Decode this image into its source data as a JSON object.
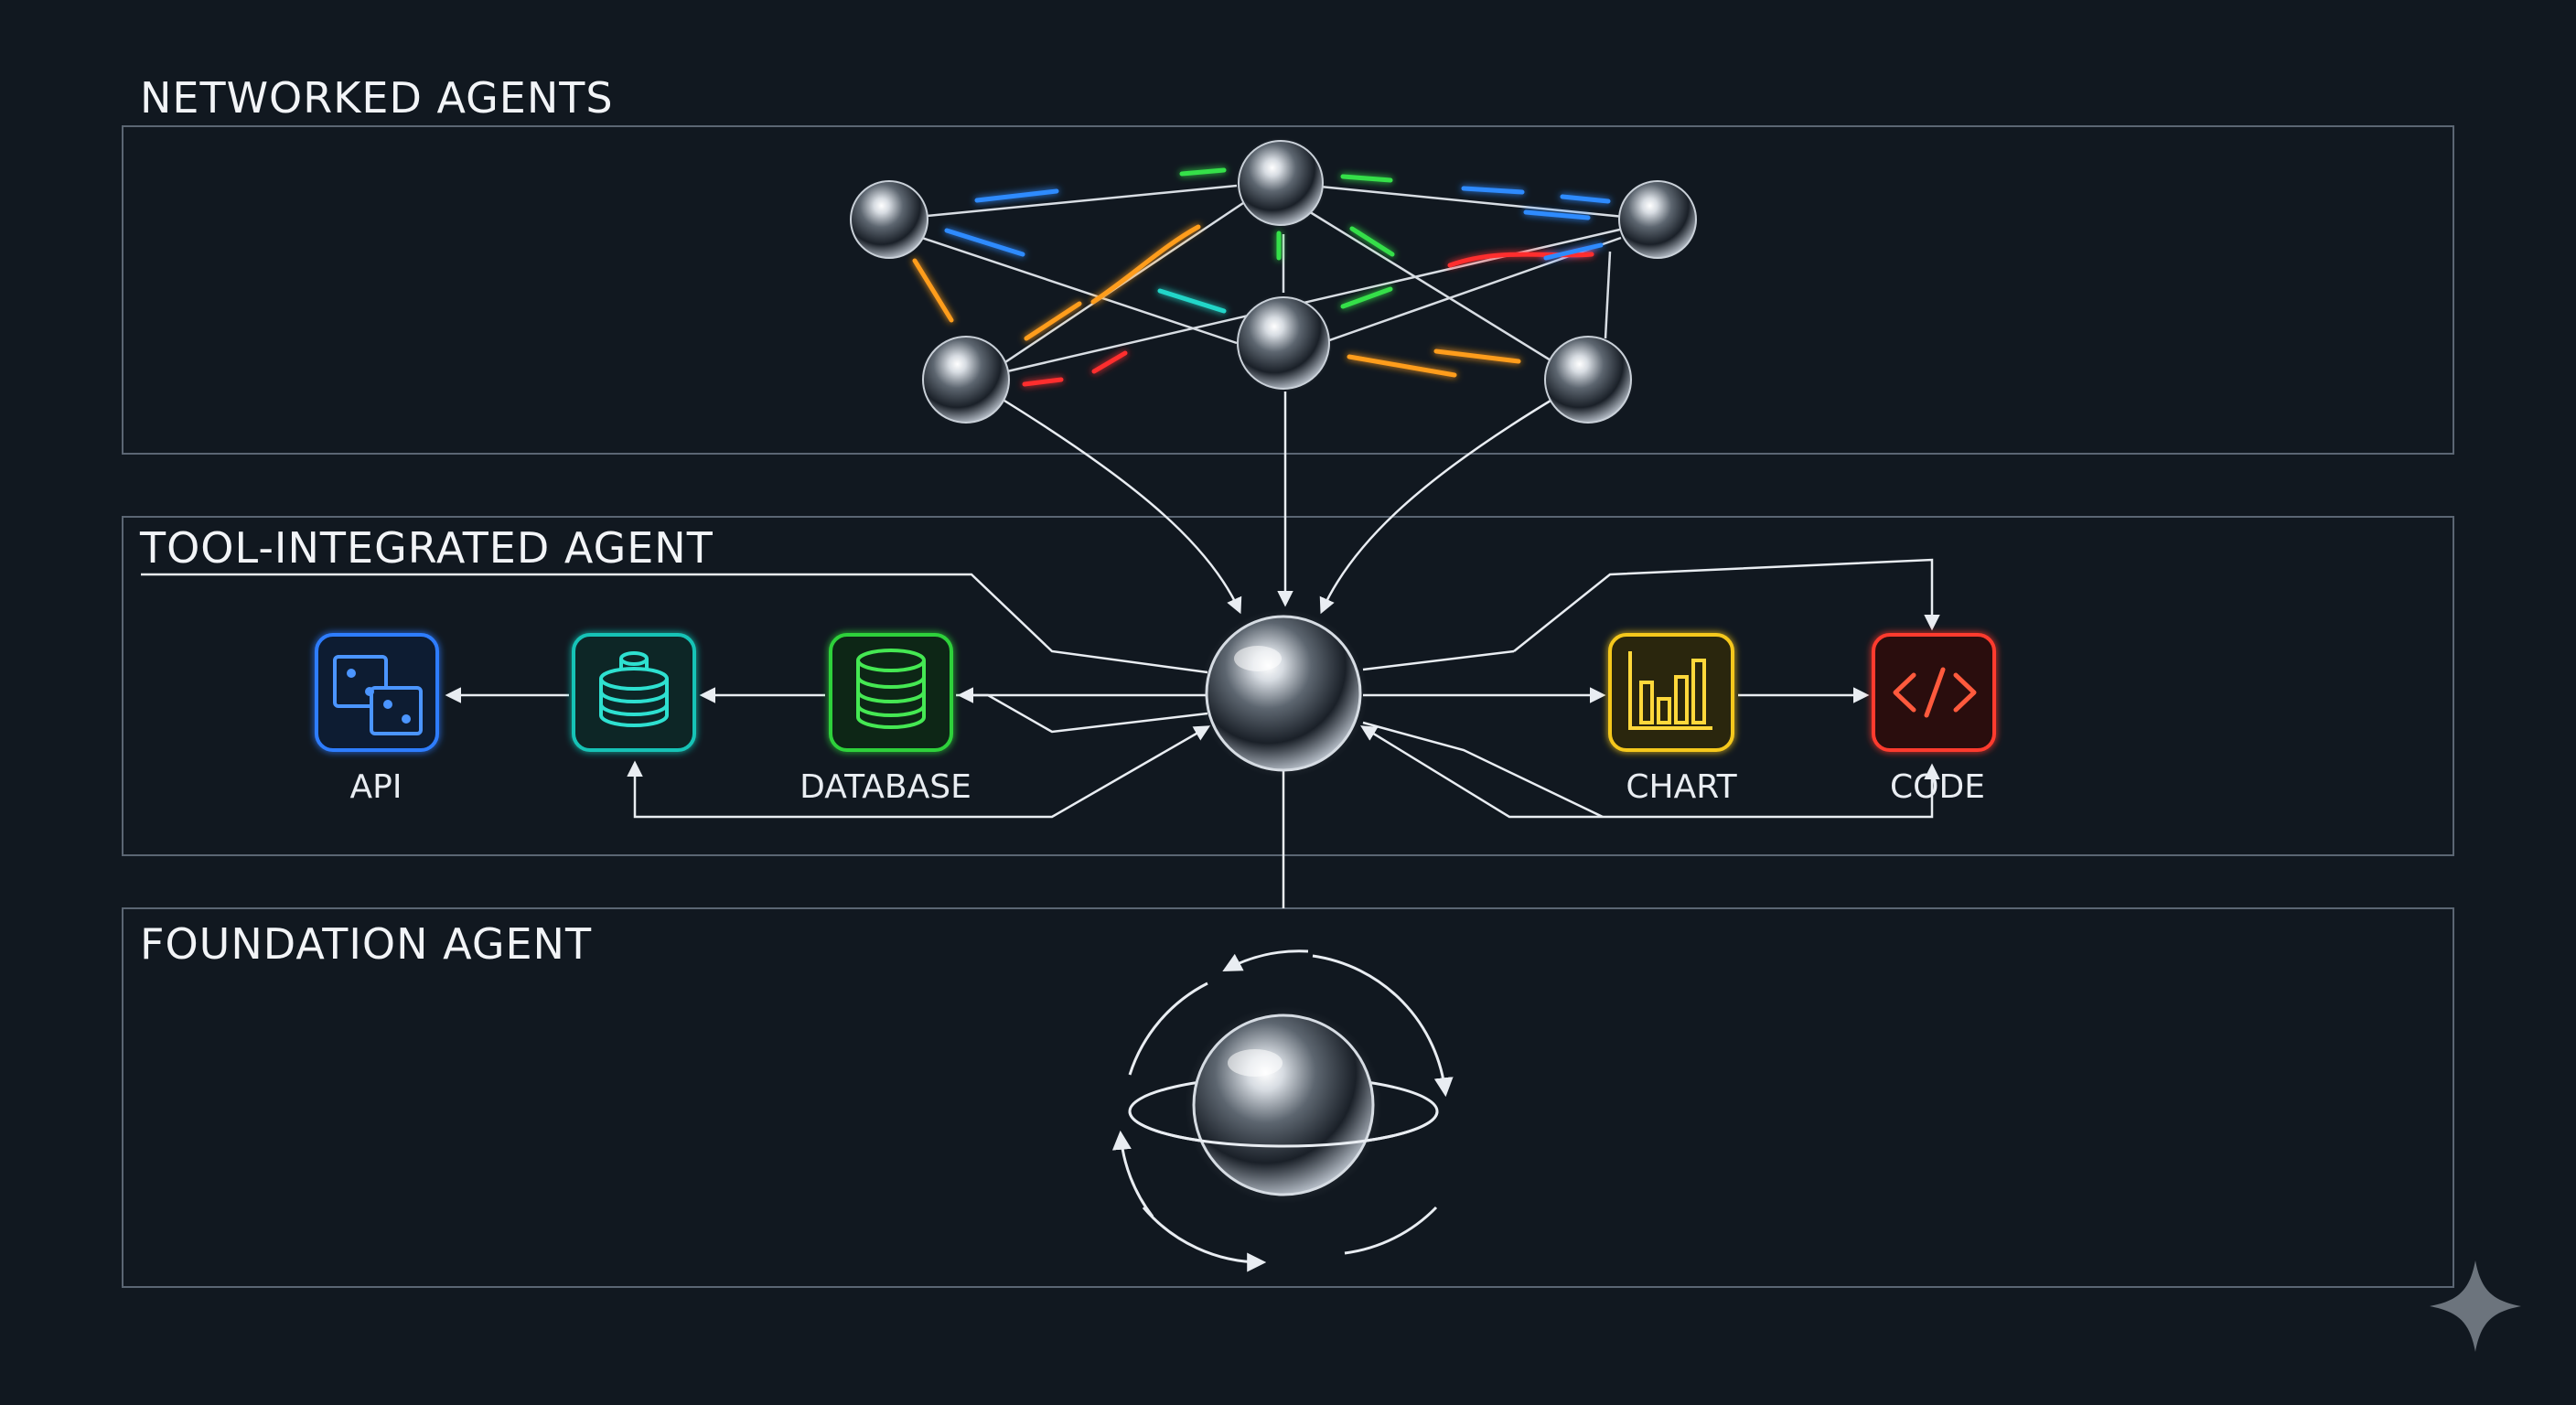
{
  "sections": {
    "networked": {
      "title": "NETWORKED AGENTS"
    },
    "tool": {
      "title": "TOOL-INTEGRATED AGENT"
    },
    "foundation": {
      "title": "FOUNDATION AGENT"
    }
  },
  "tools": {
    "api": {
      "label": "API",
      "icon": "api-icon",
      "color": "#2f7dff"
    },
    "cache": {
      "label": "",
      "icon": "cache-cylinder-icon",
      "color": "#19c3b6"
    },
    "database": {
      "label": "DATABASE",
      "icon": "database-icon",
      "color": "#2ed13a"
    },
    "chart": {
      "label": "CHART",
      "icon": "bar-chart-icon",
      "color": "#f5c81e"
    },
    "code": {
      "label": "CODE",
      "icon": "code-icon",
      "color": "#ff3b2f"
    }
  },
  "colors": {
    "background": "#111820",
    "border": "#5b6673",
    "link_blue": "#2f8bff",
    "link_green": "#35e04a",
    "link_orange": "#ff9d1a",
    "link_red": "#ff2d2d",
    "link_cyan": "#20d6c8"
  },
  "watermark": {
    "icon": "sparkle-icon"
  }
}
